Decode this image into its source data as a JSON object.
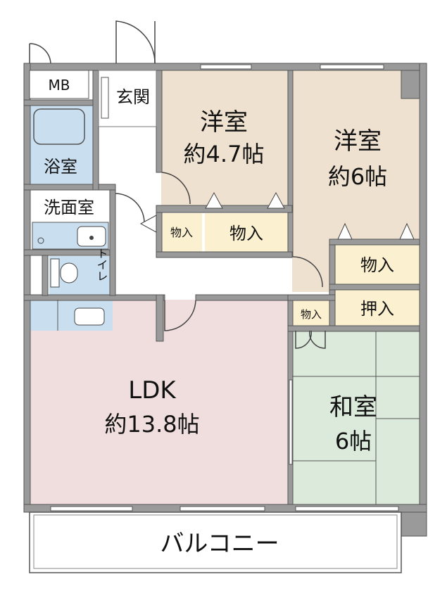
{
  "rooms": {
    "mb": "MB",
    "genkan": "玄関",
    "yoshitsu1": {
      "name": "洋室",
      "size": "約4.7帖"
    },
    "yoshitsu2": {
      "name": "洋室",
      "size": "約6帖"
    },
    "yokushitsu": "浴室",
    "senmenshitsu": "洗面室",
    "toilet": "トイレ",
    "ldk": {
      "name": "LDK",
      "size": "約13.8帖"
    },
    "washitsu": {
      "name": "和室",
      "size": "6帖"
    },
    "balcony": "バルコニー"
  },
  "storage": {
    "s1": "物入",
    "s2": "物入",
    "s3": "物入",
    "s4": "押入",
    "s5": "物入"
  },
  "colors": {
    "wall": "#9a9a9a",
    "western_room": "#efe1cf",
    "ldk": "#f0dede",
    "japanese_room": "#dceadb",
    "wet_area": "#c9dff0",
    "storage": "#fbf0cf"
  }
}
